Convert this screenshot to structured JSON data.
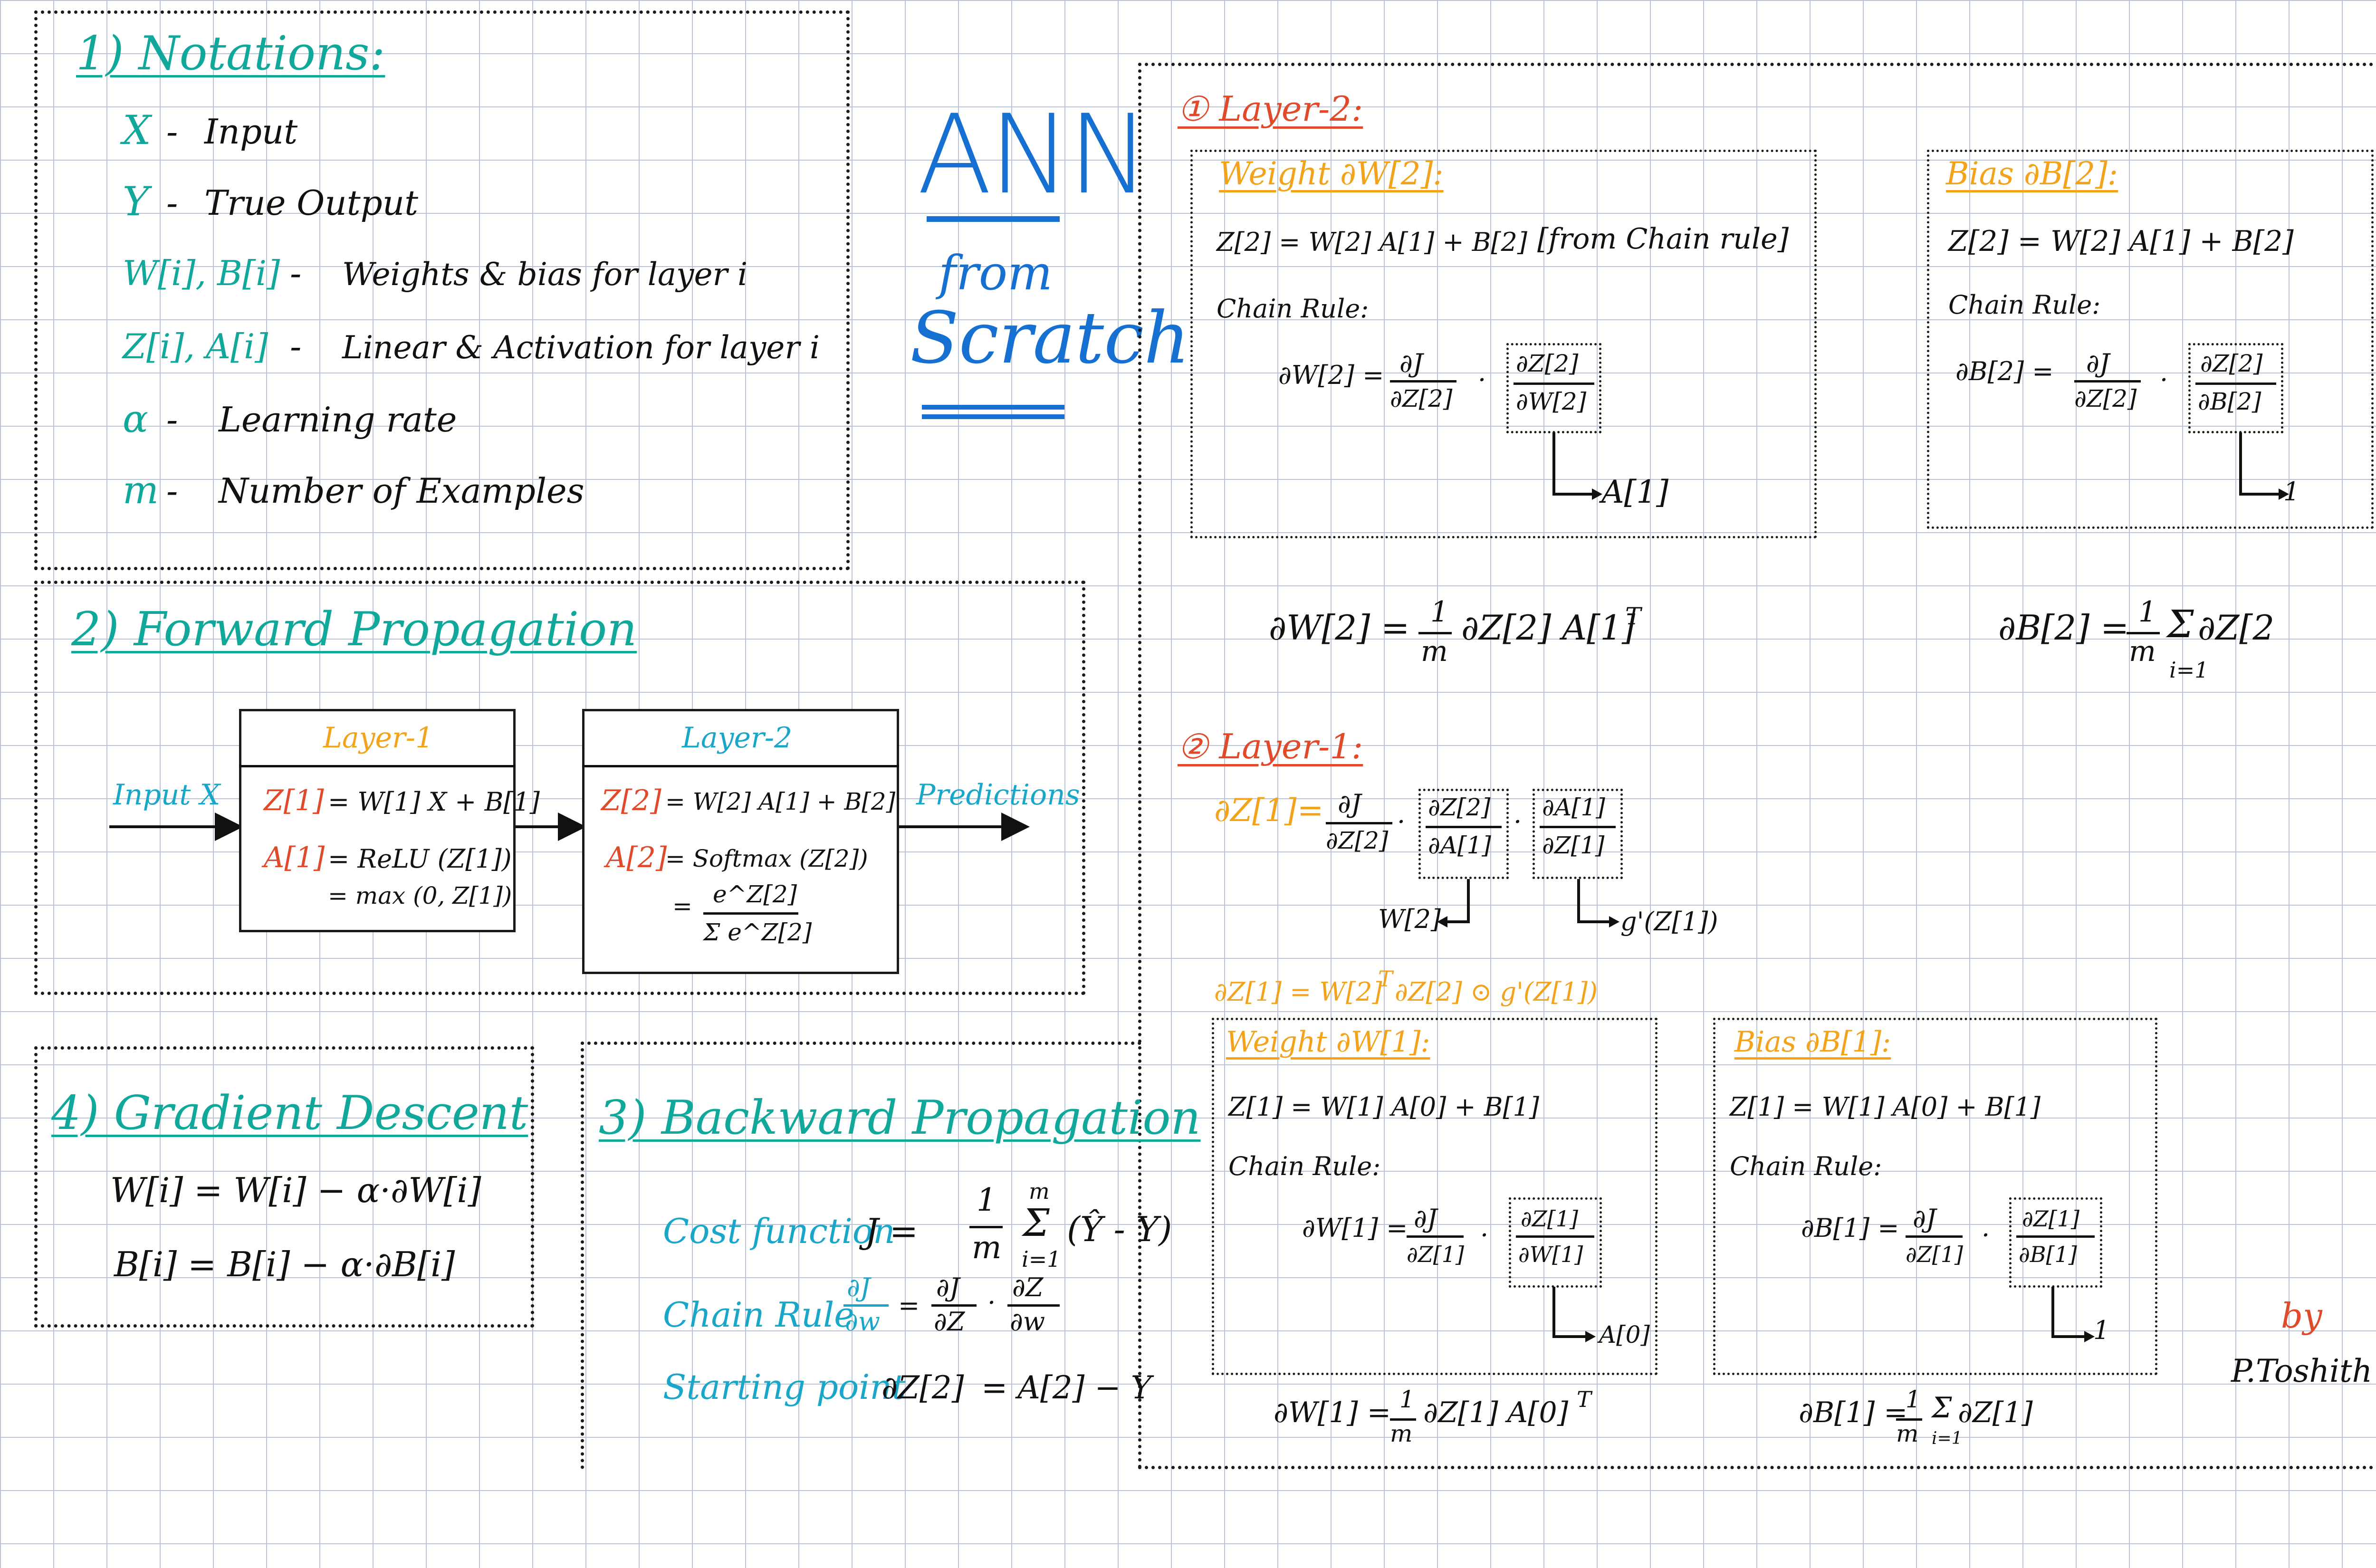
{
  "title": {
    "line1": "ANN",
    "line2": "from",
    "line3": "Scratch"
  },
  "notations": {
    "heading": "1) Notations:",
    "items": [
      {
        "sym": "X",
        "sep": "-",
        "desc": "Input"
      },
      {
        "sym": "Y",
        "sep": "-",
        "desc": "True Output"
      },
      {
        "sym": "W[i], B[i]",
        "sep": "-",
        "desc": "Weights & bias for layer i"
      },
      {
        "sym": "Z[i], A[i]",
        "sep": "-",
        "desc": "Linear & Activation for layer i"
      },
      {
        "sym": "α",
        "sep": "-",
        "desc": "Learning rate"
      },
      {
        "sym": "m",
        "sep": "-",
        "desc": "Number of Examples"
      }
    ]
  },
  "forward": {
    "heading": "2) Forward Propagation",
    "input_label": "Input X",
    "output_label": "Predictions",
    "layer1": {
      "title": "Layer-1",
      "z_lhs": "Z[1]",
      "z_rhs": "= W[1] X + B[1]",
      "a_lhs": "A[1]",
      "a_rhs": "= ReLU (Z[1])",
      "a_rhs2": "= max (0, Z[1])"
    },
    "layer2": {
      "title": "Layer-2",
      "z_lhs": "Z[2]",
      "z_rhs": "= W[2] A[1] + B[2]",
      "a_lhs": "A[2]",
      "a_rhs": "= Softmax (Z[2])",
      "frac_eq": "=",
      "frac_num": "e^Z[2]",
      "frac_den": "Σ e^Z[2]"
    }
  },
  "gradient": {
    "heading": "4) Gradient Descent",
    "eq1": "W[i]  =  W[i] − α·∂W[i]",
    "eq2": "B[i]  =  B[i] − α·∂B[i]"
  },
  "backward": {
    "heading": "3) Backward Propagation",
    "cost_label": "Cost function",
    "cost_eq": "J =",
    "cost_frac_num": "1",
    "cost_frac_den": "m",
    "cost_sum_top": "m",
    "cost_sum": "Σ",
    "cost_sum_bot": "i=1",
    "cost_term": "(Ŷ - Y)",
    "chain_label": "Chain Rule",
    "chain_lhs_num": "∂J",
    "chain_lhs_den": "∂w",
    "chain_eq": "=",
    "chain_a_num": "∂J",
    "chain_a_den": "∂Z",
    "chain_dot": "·",
    "chain_b_num": "∂Z",
    "chain_b_den": "∂w",
    "start_label": "Starting point",
    "start_lhs": "∂Z[2]",
    "start_rhs": "=   A[2] − Y"
  },
  "layer2_back": {
    "heading": "① Layer-2:",
    "weight": {
      "heading": "Weight ∂W[2]:",
      "eq": "Z[2] = W[2] A[1] + B[2]",
      "note": "[from Chain rule]",
      "chain": "Chain Rule:",
      "lhs": "∂W[2] =",
      "f1_num": "∂J",
      "f1_den": "∂Z[2]",
      "dot": "·",
      "f2_num": "∂Z[2]",
      "f2_den": "∂W[2]",
      "result": "A[1]"
    },
    "bias": {
      "heading": "Bias ∂B[2]:",
      "eq": "Z[2] = W[2] A[1] + B[2]",
      "chain": "Chain Rule:",
      "lhs": "∂B[2] =",
      "f1_num": "∂J",
      "f1_den": "∂Z[2]",
      "dot": "·",
      "f2_num": "∂Z[2]",
      "f2_den": "∂B[2]",
      "result": "1"
    },
    "dW_lhs": "∂W[2] =",
    "dW_num": "1",
    "dW_den": "m",
    "dW_rhs": "∂Z[2] A[1]",
    "dW_sup": "T",
    "dB_lhs": "∂B[2] =",
    "dB_num": "1",
    "dB_den": "m",
    "dB_sum": "Σ",
    "dB_sum_bot": "i=1",
    "dB_rhs": "∂Z[2"
  },
  "layer1_back": {
    "heading": "② Layer-1:",
    "dz_lhs": "∂Z[1]",
    "dz_eq": "=",
    "f1_num": "∂J",
    "f1_den": "∂Z[2]",
    "dot": "·",
    "f2_num": "∂Z[2]",
    "f2_den": "∂A[1]",
    "f3_num": "∂A[1]",
    "f3_den": "∂Z[1]",
    "arrow_w": "W[2]",
    "arrow_g": "g'(Z[1])",
    "dz_full": "∂Z[1] = W[2]",
    "dz_full_sup": "T",
    "dz_full_rest": "∂Z[2] ⊙ g'(Z[1])",
    "weight": {
      "heading": "Weight ∂W[1]:",
      "eq": "Z[1] = W[1] A[0] + B[1]",
      "chain": "Chain Rule:",
      "lhs": "∂W[1] =",
      "f1_num": "∂J",
      "f1_den": "∂Z[1]",
      "dot": "·",
      "f2_num": "∂Z[1]",
      "f2_den": "∂W[1]",
      "result": "A[0]"
    },
    "bias": {
      "heading": "Bias ∂B[1]:",
      "eq": "Z[1] = W[1] A[0] + B[1]",
      "chain": "Chain Rule:",
      "lhs": "∂B[1] =",
      "f1_num": "∂J",
      "f1_den": "∂Z[1]",
      "dot": "·",
      "f2_num": "∂Z[1]",
      "f2_den": "∂B[1]",
      "result": "1"
    },
    "dW_lhs": "∂W[1] =",
    "dW_num": "1",
    "dW_den": "m",
    "dW_rhs": "∂Z[1] A[0]",
    "dW_sup": "T",
    "dB_lhs": "∂B[1] =",
    "dB_num": "1",
    "dB_den": "m",
    "dB_sum": "Σ",
    "dB_sum_bot": "i=1",
    "dB_rhs": "∂Z[1]"
  },
  "signature": {
    "by": "by",
    "name": "P.Toshith"
  },
  "colors": {
    "teal": "#10a89a",
    "blue": "#1670d2",
    "cyan": "#19a6c9",
    "red": "#e04a2a",
    "orange": "#f3a31b",
    "ink": "#111111",
    "grid": "#b9c3d2"
  }
}
